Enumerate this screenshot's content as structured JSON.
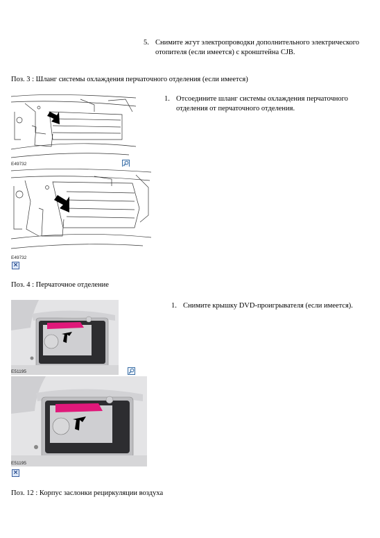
{
  "step5": {
    "number": "5.",
    "line1": "Снимите жгут электропроводки дополнительного электрического",
    "line2": "отопителя (если имеется) с кронштейна CJB."
  },
  "section3": {
    "title": "Поз. 3 : Шланг системы охлаждения перчаточного отделения (если имеется)",
    "step1": {
      "number": "1.",
      "line1": "Отсоедините шланг системы охлаждения перчаточного",
      "line2": "отделения от перчаточного отделения."
    },
    "figure_code_small": "E49732",
    "figure_code_large": "E49732"
  },
  "section4": {
    "title": "Поз. 4 : Перчаточное отделение",
    "step1": {
      "number": "1.",
      "line1": "Снимите крышку DVD-проигрывателя (если имеется)."
    },
    "figure_code_small": "E51195",
    "figure_code_large": "E51195"
  },
  "section12": {
    "title": "Поз. 12 : Корпус заслонки рециркуляции воздуха"
  },
  "icons": {
    "zoom": "magnify-icon",
    "close": "close-icon"
  },
  "colors": {
    "highlight_magenta": "#e0187a",
    "icon_blue": "#3a6ea5"
  }
}
